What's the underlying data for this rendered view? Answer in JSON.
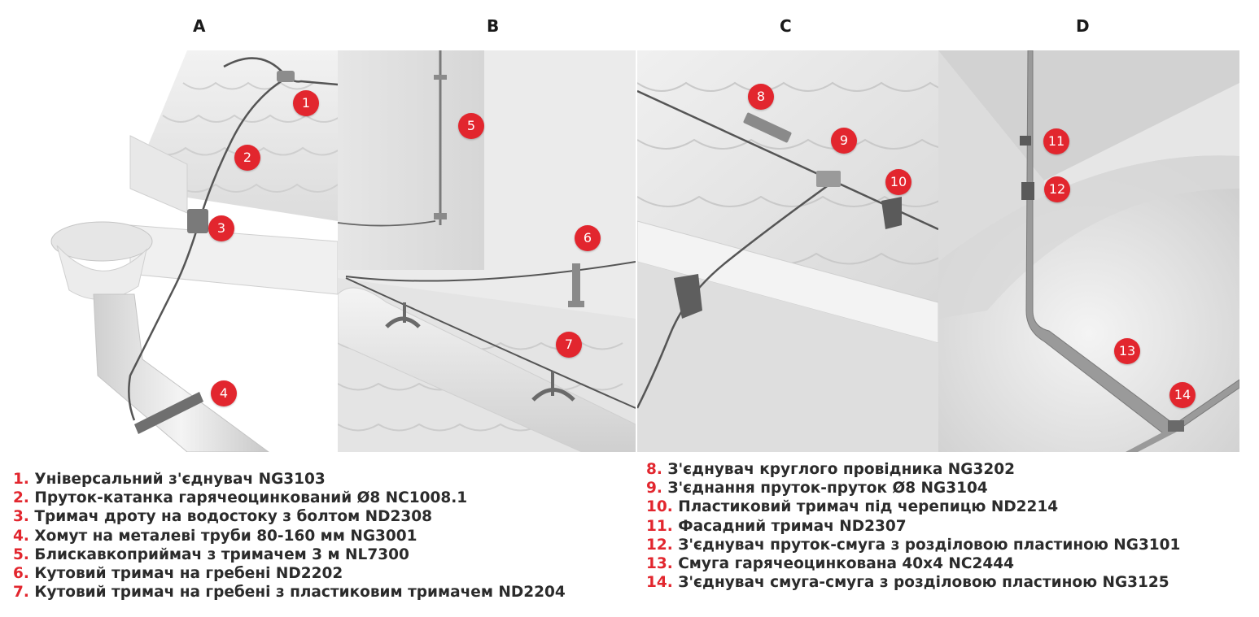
{
  "panels": {
    "a": "A",
    "b": "B",
    "c": "C",
    "d": "D"
  },
  "markers": {
    "m1": "1",
    "m2": "2",
    "m3": "3",
    "m4": "4",
    "m5": "5",
    "m6": "6",
    "m7": "7",
    "m8": "8",
    "m9": "9",
    "m10": "10",
    "m11": "11",
    "m12": "12",
    "m13": "13",
    "m14": "14"
  },
  "legend_left": [
    {
      "num": "1.",
      "text": "Універсальний з'єднувач NG3103"
    },
    {
      "num": "2.",
      "text": "Пруток-катанка гарячеоцинкований Ø8 NC1008.1"
    },
    {
      "num": "3.",
      "text": "Тримач дроту на водостоку з болтом ND2308"
    },
    {
      "num": "4.",
      "text": "Хомут на металеві труби 80-160 мм NG3001"
    },
    {
      "num": "5.",
      "text": "Блискавкоприймач з тримачем 3 м NL7300"
    },
    {
      "num": "6.",
      "text": "Кутовий тримач на гребені ND2202"
    },
    {
      "num": "7.",
      "text": "Кутовий тримач на гребені з пластиковим тримачем ND2204"
    }
  ],
  "legend_right": [
    {
      "num": "8.",
      "text": "З'єднувач круглого провідника NG3202"
    },
    {
      "num": "9.",
      "text": "З'єднання пруток-пруток Ø8 NG3104"
    },
    {
      "num": "10.",
      "text": "Пластиковий тримач під черепицю ND2214"
    },
    {
      "num": "11.",
      "text": "Фасадний тримач ND2307"
    },
    {
      "num": "12.",
      "text": "З'єднувач пруток-смуга з розділовою пластиною NG3101"
    },
    {
      "num": "13.",
      "text": "Смуга гарячеоцинкована 40x4 NC2444"
    },
    {
      "num": "14.",
      "text": "З'єднувач смуга-смуга з розділовою пластиною NG3125"
    }
  ],
  "colors": {
    "accent": "#e2262e",
    "text": "#2b2b2b"
  }
}
